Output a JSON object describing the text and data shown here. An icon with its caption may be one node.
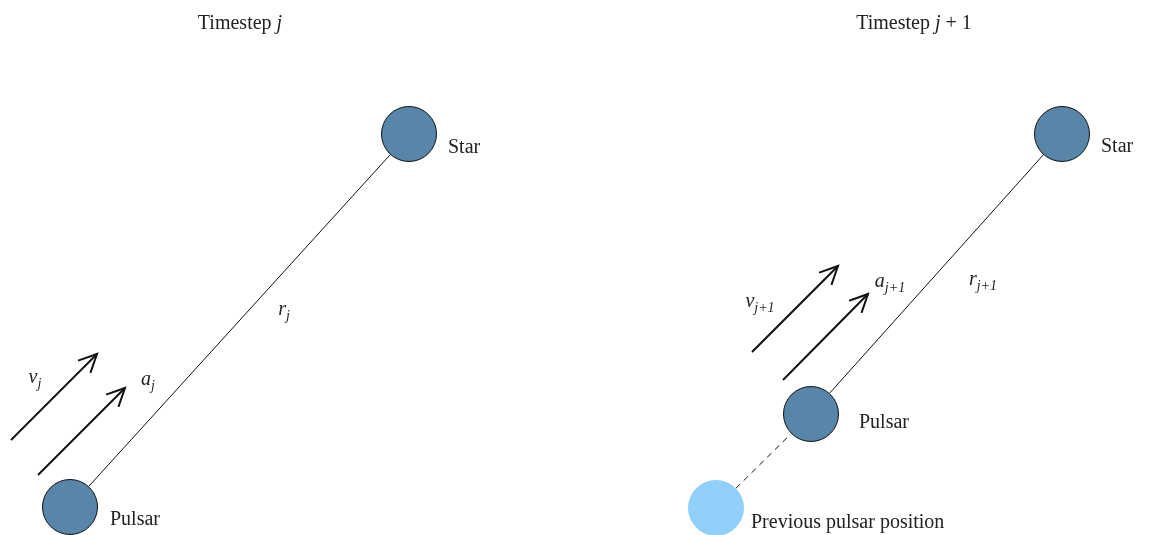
{
  "diagram": {
    "nodes": [
      {
        "text": [],
        "shape": "circle",
        "beside": [
          "Pulsar"
        ]
      },
      {
        "text": [],
        "shape": "circle",
        "beside": [
          "Star"
        ]
      },
      {
        "text": [],
        "shape": "circle",
        "beside": [
          "Star"
        ]
      },
      {
        "text": [],
        "shape": "circle",
        "beside": [
          "Pulsar"
        ]
      },
      {
        "text": [],
        "shape": "circle",
        "beside": [
          "Previous pulsar position"
        ]
      }
    ],
    "edges": [
      {
        "from": 0,
        "to": 1,
        "arrow": "none",
        "label": "r$_{j}$"
      },
      {
        "from": 3,
        "to": 2,
        "arrow": "none",
        "label": "r$_{j+1}$"
      },
      {
        "from": 4,
        "to": 3,
        "arrow": "none",
        "style": "dashed"
      }
    ],
    "labels": [
      "Timestep *j*",
      "Timestep *j* + 1",
      "a$_{j+1}$",
      "v$_{j+1}$",
      "v$_{j}$",
      "a$_{j}$"
    ]
  }
}
